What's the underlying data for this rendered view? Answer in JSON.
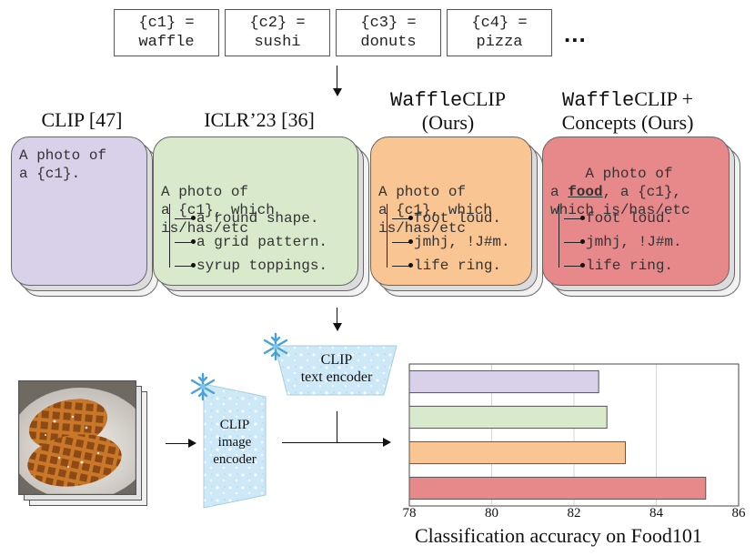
{
  "classes": [
    {
      "placeholder": "{c1} =",
      "name": "waffle"
    },
    {
      "placeholder": "{c2} =",
      "name": "sushi"
    },
    {
      "placeholder": "{c3} =",
      "name": "donuts"
    },
    {
      "placeholder": "{c4} =",
      "name": "pizza"
    }
  ],
  "classes_more": "...",
  "methods": [
    {
      "title_mono": "",
      "title": "CLIP [47]",
      "title2": "",
      "prompt": "A photo of\na {c1}.",
      "items": [],
      "color": "#d9d0ea"
    },
    {
      "title_mono": "",
      "title": "ICLR’23 [36]",
      "title2": "",
      "prompt": "A photo of\na {c1}, which\nis/has/etc",
      "items": [
        "a round shape.",
        "a grid pattern.",
        "syrup toppings."
      ],
      "color": "#d8e9cc"
    },
    {
      "title_mono": "Waffle",
      "title": "CLIP",
      "title2": "(Ours)",
      "prompt": "A photo of\na {c1}, which\nis/has/etc",
      "items": [
        "foot loud.",
        "jmhj, !J#m.",
        "life ring."
      ],
      "color": "#f8c593"
    },
    {
      "title_mono": "Waffle",
      "title": "CLIP +",
      "title2": "Concepts (Ours)",
      "prompt_pre": "A photo of\na ",
      "prompt_bold": "food",
      "prompt_post": ", a {c1},\nwhich is/has/etc",
      "items": [
        "foot loud.",
        "jmhj, !J#m.",
        "life ring."
      ],
      "color": "#e7888b"
    }
  ],
  "text_encoder": {
    "line1": "CLIP",
    "line2": "text encoder"
  },
  "image_encoder": {
    "line1": "CLIP",
    "line2": "image",
    "line3": "encoder"
  },
  "chart_data": {
    "type": "bar",
    "orientation": "horizontal",
    "values": [
      82.6,
      82.8,
      83.25,
      85.2
    ],
    "colors": [
      "#d9d0ea",
      "#d8e9cc",
      "#f8c593",
      "#e7888b"
    ],
    "xlim": [
      78,
      86
    ],
    "xticks": [
      78,
      80,
      82,
      84,
      86
    ],
    "xlabel": "Classification accuracy on Food101",
    "grid": true
  }
}
